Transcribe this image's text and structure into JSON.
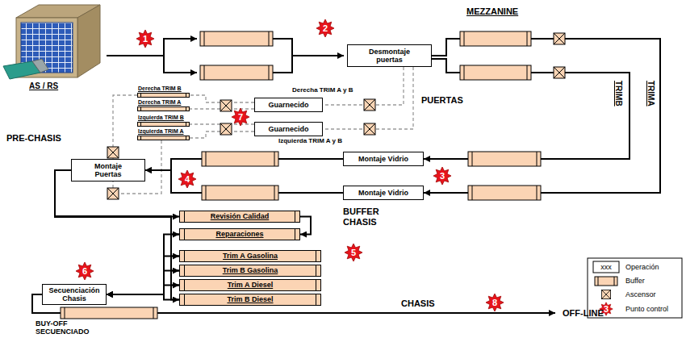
{
  "diagram": {
    "nodes": [
      {
        "text": [
          "MEZZANINE"
        ]
      },
      {
        "text": [
          "Desmontaje puertas"
        ],
        "in": 0
      },
      {
        "text": [
          "PUERTAS"
        ]
      },
      {
        "text": [
          "Derecha TRIM B"
        ],
        "in": 2
      },
      {
        "text": [
          "Derecha TRIM A"
        ],
        "in": 2
      },
      {
        "text": [
          "Guarnecido"
        ],
        "in": 2
      },
      {
        "text": [
          "Izquierda TRIM B"
        ],
        "in": 2
      },
      {
        "text": [
          "Izquierda TRIM A"
        ],
        "in": 2
      },
      {
        "text": [
          "Guarnecido"
        ],
        "in": 2
      },
      {
        "text": [
          "PRE-CHASIS"
        ]
      },
      {
        "text": [
          "Montaje Puertas"
        ],
        "in": 9
      },
      {
        "text": [
          "Montaje Vidrio"
        ]
      },
      {
        "text": [
          "Montaje Vidrio"
        ]
      },
      {
        "text": [
          "BUFFER CHASIS"
        ]
      },
      {
        "text": [
          "Revisión Calidad"
        ],
        "in": 13
      },
      {
        "text": [
          "Reparaciones"
        ],
        "in": 13
      },
      {
        "text": [
          "Trim A Gasolina"
        ],
        "in": 13
      },
      {
        "text": [
          "Trim B Gasolina"
        ],
        "in": 13
      },
      {
        "text": [
          "Trim A Diesel"
        ],
        "in": 13
      },
      {
        "text": [
          "Trim B Diesel"
        ],
        "in": 13
      },
      {
        "text": [
          "Secuenciación Chasis"
        ]
      }
    ],
    "edges": [
      {
        "from": 1,
        "to": 12,
        "arrow": "to"
      },
      {
        "from": 1,
        "to": 11,
        "arrow": "to"
      },
      {
        "from": 1,
        "to": 5,
        "arrow": "none"
      },
      {
        "from": 1,
        "to": 8,
        "arrow": "none"
      },
      {
        "from": 5,
        "to": 3,
        "arrow": "none"
      },
      {
        "from": 5,
        "to": 4,
        "arrow": "none"
      },
      {
        "from": 8,
        "to": 6,
        "arrow": "none"
      },
      {
        "from": 8,
        "to": 7,
        "arrow": "none"
      },
      {
        "from": 3,
        "to": 10,
        "arrow": "none"
      },
      {
        "from": 7,
        "to": 10,
        "arrow": "none"
      },
      {
        "from": 11,
        "to": 10,
        "arrow": "to"
      },
      {
        "from": 12,
        "to": 10,
        "arrow": "to"
      },
      {
        "from": 10,
        "to": 14,
        "arrow": "to"
      },
      {
        "from": 10,
        "to": 15,
        "arrow": "to"
      },
      {
        "from": 10,
        "to": 16,
        "arrow": "to"
      },
      {
        "from": 10,
        "to": 17,
        "arrow": "to"
      },
      {
        "from": 10,
        "to": 18,
        "arrow": "to"
      },
      {
        "from": 10,
        "to": 19,
        "arrow": "to"
      },
      {
        "from": 14,
        "to": 15,
        "arrow": "to"
      },
      {
        "from": 15,
        "to": 20,
        "arrow": "to"
      },
      {
        "from": 16,
        "to": 20,
        "arrow": "to"
      },
      {
        "from": 17,
        "to": 20,
        "arrow": "to"
      },
      {
        "from": 18,
        "to": 20,
        "arrow": "to"
      },
      {
        "from": 19,
        "to": 20,
        "arrow": "to"
      }
    ],
    "labels": [
      "1",
      "2",
      "AS / RS",
      "TRIMB",
      "TRIMA",
      "Derecha TRIM A y B",
      "Izquierda TRIM A y B",
      "7",
      "3",
      "4",
      "5",
      "6",
      "CHASIS",
      "8",
      "OFF-LINE",
      "BUY-OFF SECUENCIADO",
      "xxx",
      "3"
    ],
    "legend": [
      {
        "text": "Operación"
      },
      {
        "text": "Buffer"
      },
      {
        "text": "Ascensor"
      },
      {
        "text": "Punto control"
      }
    ]
  }
}
